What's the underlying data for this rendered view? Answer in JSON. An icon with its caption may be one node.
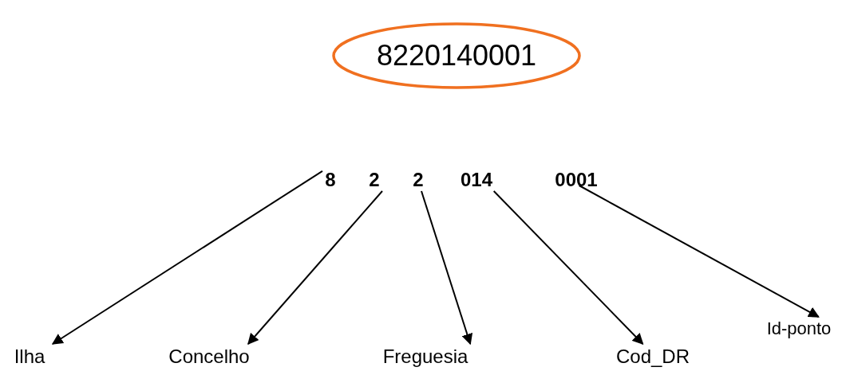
{
  "diagram": {
    "nodes": [
      {
        "text": [
          "8220140001"
        ]
      },
      {
        "text": [
          "8"
        ]
      },
      {
        "text": [
          "2"
        ]
      },
      {
        "text": [
          "2"
        ]
      },
      {
        "text": [
          "014"
        ]
      },
      {
        "text": [
          "0001"
        ]
      },
      {
        "text": [
          "Ilha"
        ]
      },
      {
        "text": [
          "Concelho"
        ]
      },
      {
        "text": [
          "Freguesia"
        ]
      },
      {
        "text": [
          "Cod_DR"
        ]
      },
      {
        "text": [
          "Id-ponto"
        ]
      }
    ],
    "edges": [
      {
        "from": 1,
        "to": 6,
        "arrow": "to"
      },
      {
        "from": 2,
        "to": 7,
        "arrow": "to"
      },
      {
        "from": 3,
        "to": 8,
        "arrow": "to"
      },
      {
        "from": 4,
        "to": 9,
        "arrow": "to"
      },
      {
        "from": 5,
        "to": 10,
        "arrow": "to"
      }
    ]
  }
}
